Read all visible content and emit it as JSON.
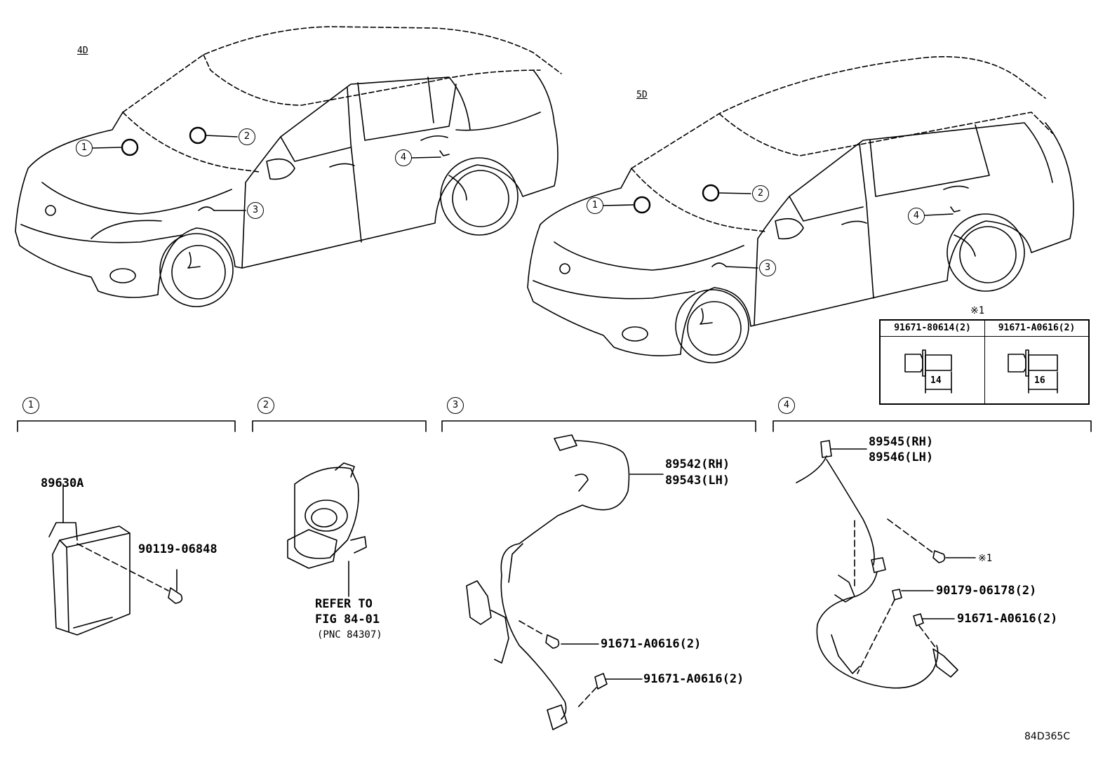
{
  "variants": {
    "sedan": "4D",
    "wagon": "5D"
  },
  "callouts": [
    "1",
    "2",
    "3",
    "4"
  ],
  "sections": [
    {
      "num": "1",
      "parts": [
        "89630A",
        "90119-06848"
      ]
    },
    {
      "num": "2",
      "refer": [
        "REFER TO",
        "FIG 84-01",
        "(PNC 84307)"
      ]
    },
    {
      "num": "3",
      "parts": [
        "89542(RH)",
        "89543(LH)",
        "91671-A0616(2)",
        "91671-A0616(2)"
      ]
    },
    {
      "num": "4",
      "parts": [
        "89545(RH)",
        "89546(LH)",
        "※1",
        "90179-06178(2)",
        "91671-A0616(2)"
      ]
    }
  ],
  "note_table": {
    "mark": "※1",
    "columns": [
      {
        "part": "91671-80614(2)",
        "length": "14"
      },
      {
        "part": "91671-A0616(2)",
        "length": "16"
      }
    ]
  },
  "diagram_code": "84D365C"
}
